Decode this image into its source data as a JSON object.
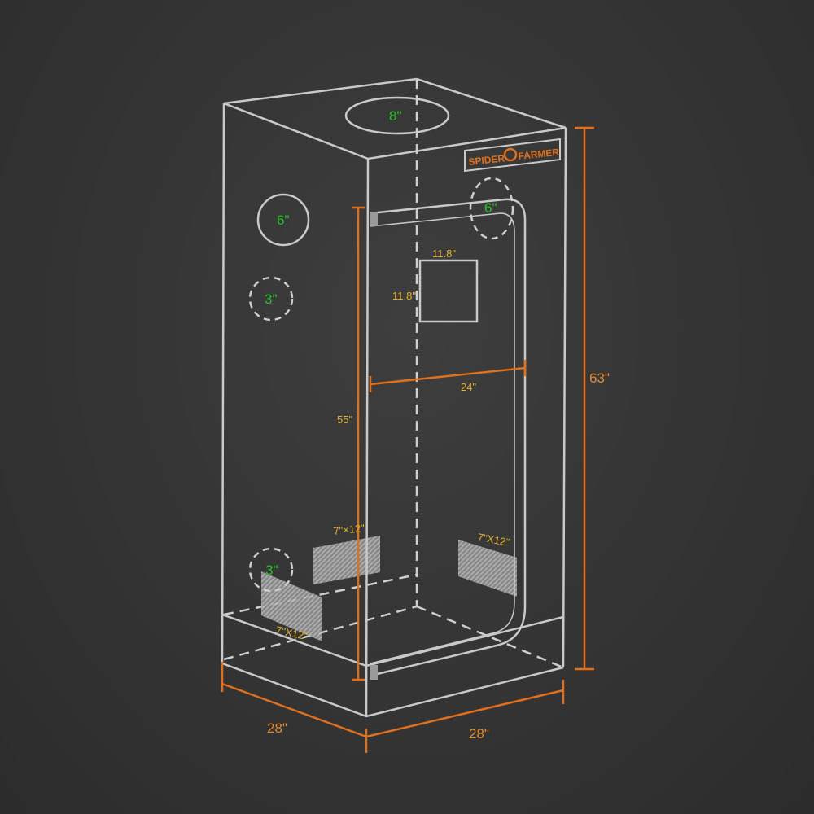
{
  "brand": {
    "name": "SPIDER FARMER",
    "color": "#e0701e"
  },
  "dimensions": {
    "height": "63\"",
    "door_height": "55\"",
    "door_width": "24\"",
    "depth": "28\"",
    "width": "28\""
  },
  "ports": {
    "top_vent": "8\"",
    "left_upper_vent": "6\"",
    "left_mid_vent": "3\"",
    "left_low_vent": "3\"",
    "back_vent": "6\""
  },
  "window": {
    "width": "11.8\"",
    "height": "11.8\""
  },
  "mesh_vents": {
    "back_left": "7\"×12\"",
    "back_right": "7\"X12\"",
    "left_side": "7\"X12\""
  },
  "colors": {
    "dimension": "#e0701e",
    "port": "#2ac22a",
    "outline": "#c9c9c9"
  }
}
